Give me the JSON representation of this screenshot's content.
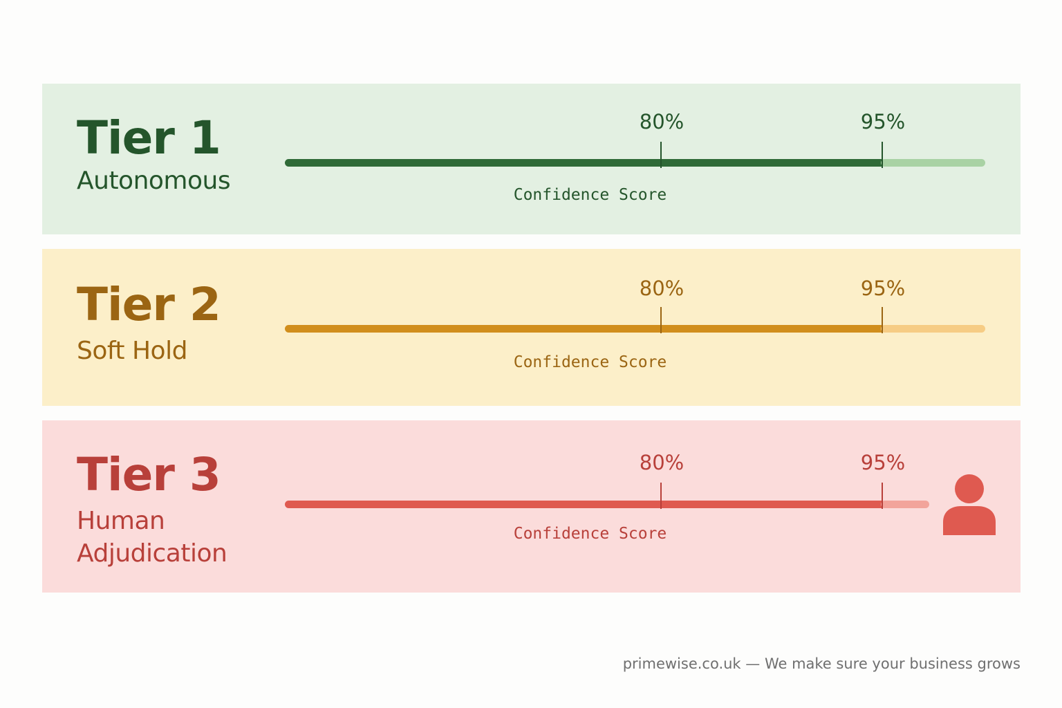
{
  "tiers": [
    {
      "title": "Tier 1",
      "subtitle": "Autonomous",
      "threshold_low_label": "80%",
      "threshold_high_label": "95%",
      "axis_label": "Confidence Score",
      "colors": {
        "background": "#e3f0e2",
        "text": "#24552b",
        "bar": "#2f6a37",
        "bar_light": "#a9d2a4"
      }
    },
    {
      "title": "Tier 2",
      "subtitle": "Soft Hold",
      "threshold_low_label": "80%",
      "threshold_high_label": "95%",
      "axis_label": "Confidence Score",
      "colors": {
        "background": "#fcefc9",
        "text": "#9b6513",
        "bar": "#d18e1c",
        "bar_light": "#f6cc84"
      }
    },
    {
      "title": "Tier 3",
      "subtitle": "Human Adjudication",
      "threshold_low_label": "80%",
      "threshold_high_label": "95%",
      "axis_label": "Confidence Score",
      "icon": "person-icon",
      "colors": {
        "background": "#fbdcdb",
        "text": "#b8403a",
        "bar": "#df5a50",
        "bar_light": "#f2a49b"
      }
    }
  ],
  "footer": "primewise.co.uk — We make sure your business grows"
}
